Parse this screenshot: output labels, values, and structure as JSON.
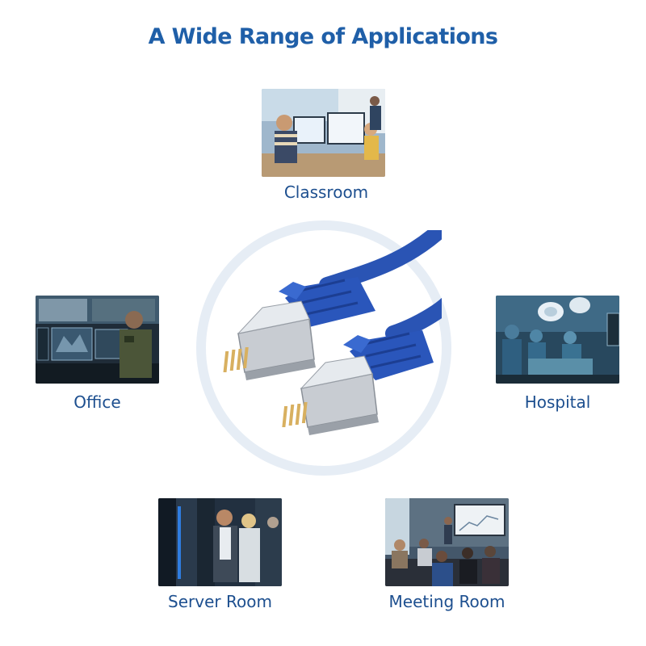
{
  "header": {
    "title": "A Wide Range of Applications"
  },
  "colors": {
    "title": "#1f5fa8",
    "label": "#1d4f8f",
    "ring": "#e6edf5",
    "cable": "#2a54b4"
  },
  "applications": [
    {
      "label": "Classroom",
      "photo_icon": "classroom-photo"
    },
    {
      "label": "Office",
      "photo_icon": "office-photo"
    },
    {
      "label": "Hospital",
      "photo_icon": "hospital-photo"
    },
    {
      "label": "Server Room",
      "photo_icon": "server-room-photo"
    },
    {
      "label": "Meeting Room",
      "photo_icon": "meeting-room-photo"
    }
  ],
  "center_image": {
    "icon": "ethernet-cable-icon"
  }
}
